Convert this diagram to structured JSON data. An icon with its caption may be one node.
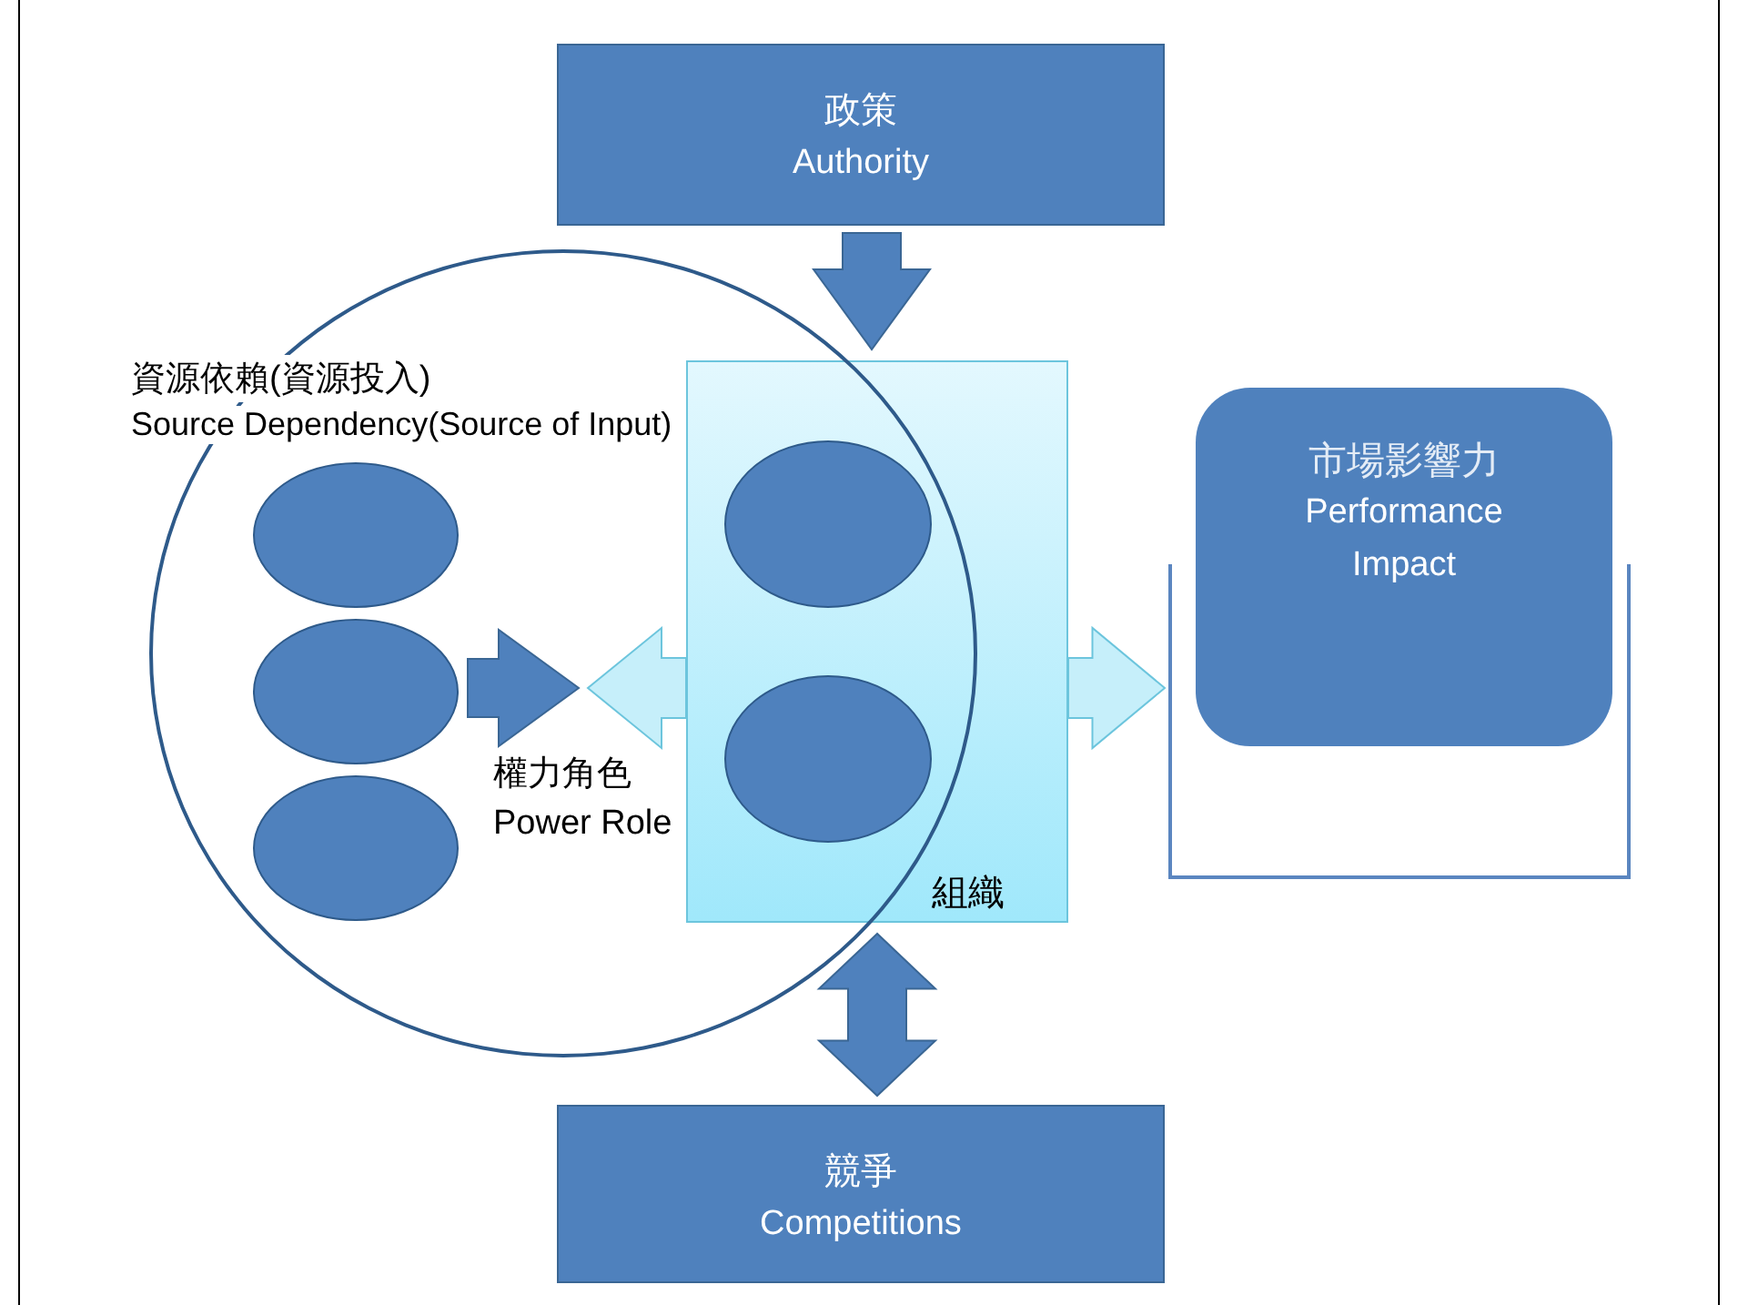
{
  "diagram": {
    "nodes": [
      {
        "text": [
          "政策",
          "Authority"
        ]
      },
      {
        "text": [
          "資源依賴(資源投入)",
          "Source Dependency(Source of Input)"
        ]
      },
      {
        "text": [],
        "shape": "circle",
        "in": 1
      },
      {
        "text": [],
        "shape": "circle",
        "in": 1
      },
      {
        "text": [],
        "shape": "circle",
        "in": 1
      },
      {
        "text": [
          "組織"
        ]
      },
      {
        "text": [],
        "shape": "circle"
      },
      {
        "text": [],
        "shape": "circle"
      },
      {
        "text": [],
        "shape": "box"
      },
      {
        "text": [
          "市場影響力",
          "Performance Impact"
        ]
      },
      {
        "text": [
          "競爭",
          "Competitions"
        ]
      }
    ],
    "edges": [
      {
        "from": 0,
        "to": 5,
        "arrow": "to"
      },
      {
        "from": 3,
        "to": 5,
        "arrow": "to",
        "label": "權力角色 Power Role"
      },
      {
        "from": 5,
        "to": null,
        "arrow": "to",
        "color": "#c6effa"
      },
      {
        "from": 5,
        "to": 8,
        "arrow": "to",
        "color": "#c6effa"
      },
      {
        "from": 5,
        "to": 10,
        "arrow": "both"
      }
    ]
  }
}
